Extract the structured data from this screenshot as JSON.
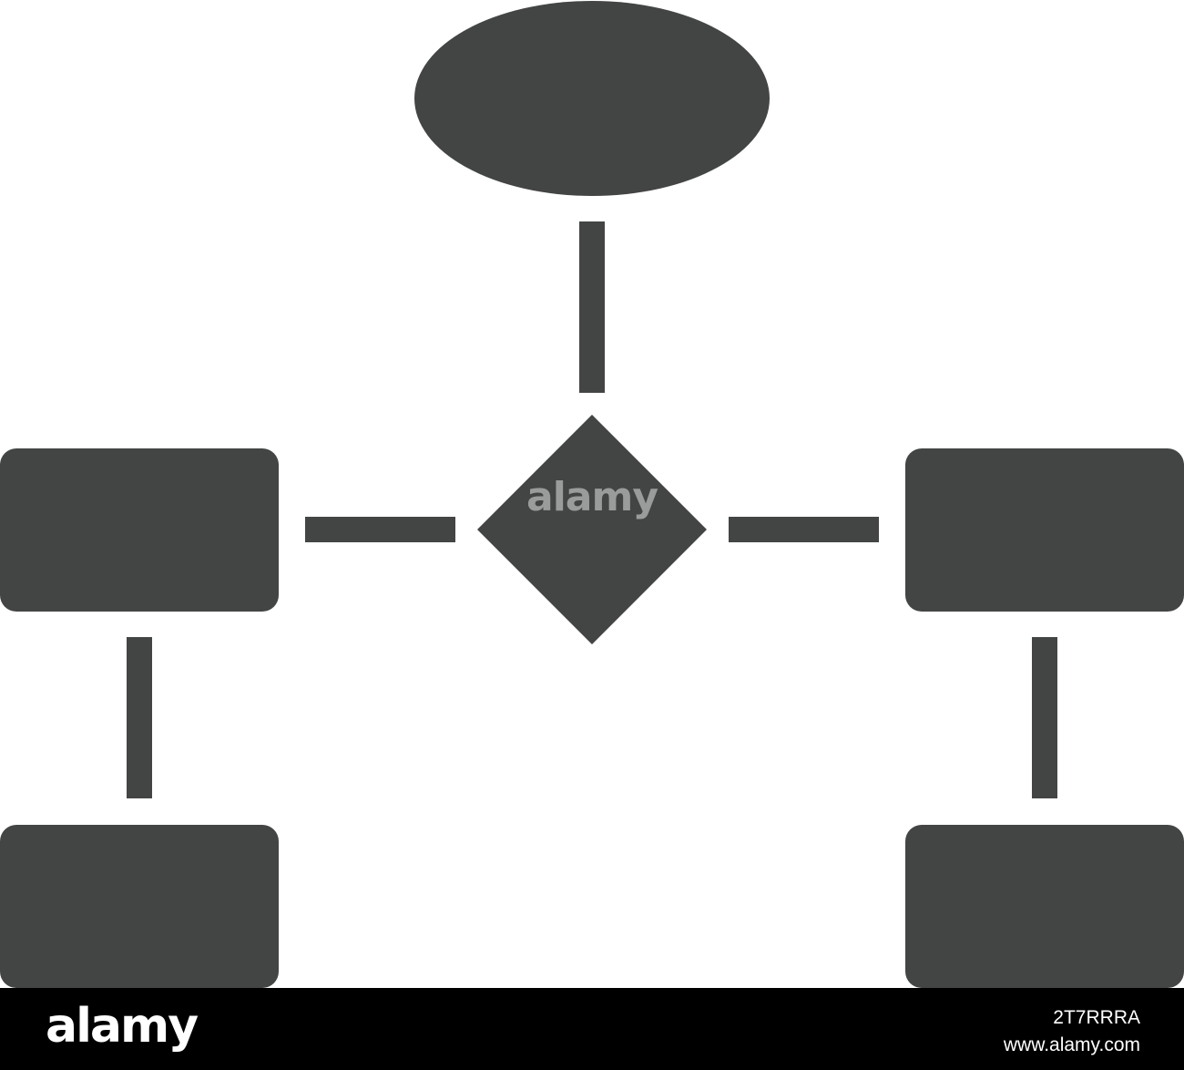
{
  "diagram": {
    "shape_color": "#434544",
    "background_color": "#ffffff",
    "watermark_text": "alamy"
  },
  "footer": {
    "brand": "alamy",
    "image_code": "2T7RRRA",
    "site": "www.alamy.com",
    "background_color": "#000000",
    "text_color": "#ffffff"
  }
}
